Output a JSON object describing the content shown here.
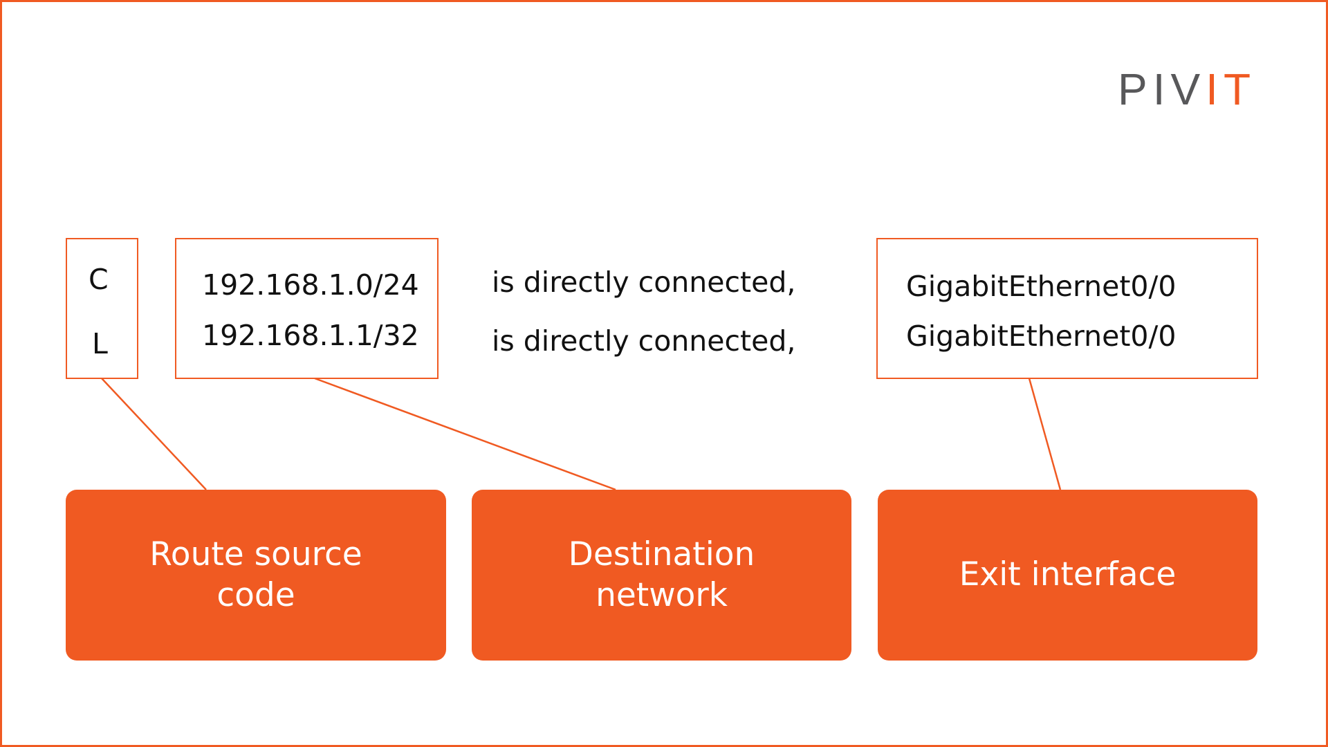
{
  "brand": {
    "logo_text": "PIVIT",
    "accent_color": "#F05A22",
    "logo_gray": "#58585a"
  },
  "route": {
    "codes": [
      "C",
      "L"
    ],
    "networks": [
      "192.168.1.0/24",
      "192.168.1.1/32"
    ],
    "middle": [
      "is directly connected,",
      "is directly connected,"
    ],
    "interfaces": [
      "GigabitEthernet0/0",
      "GigabitEthernet0/0"
    ]
  },
  "labels": {
    "route_source_code": "Route source code",
    "destination_network": "Destination network",
    "exit_interface": "Exit interface"
  }
}
